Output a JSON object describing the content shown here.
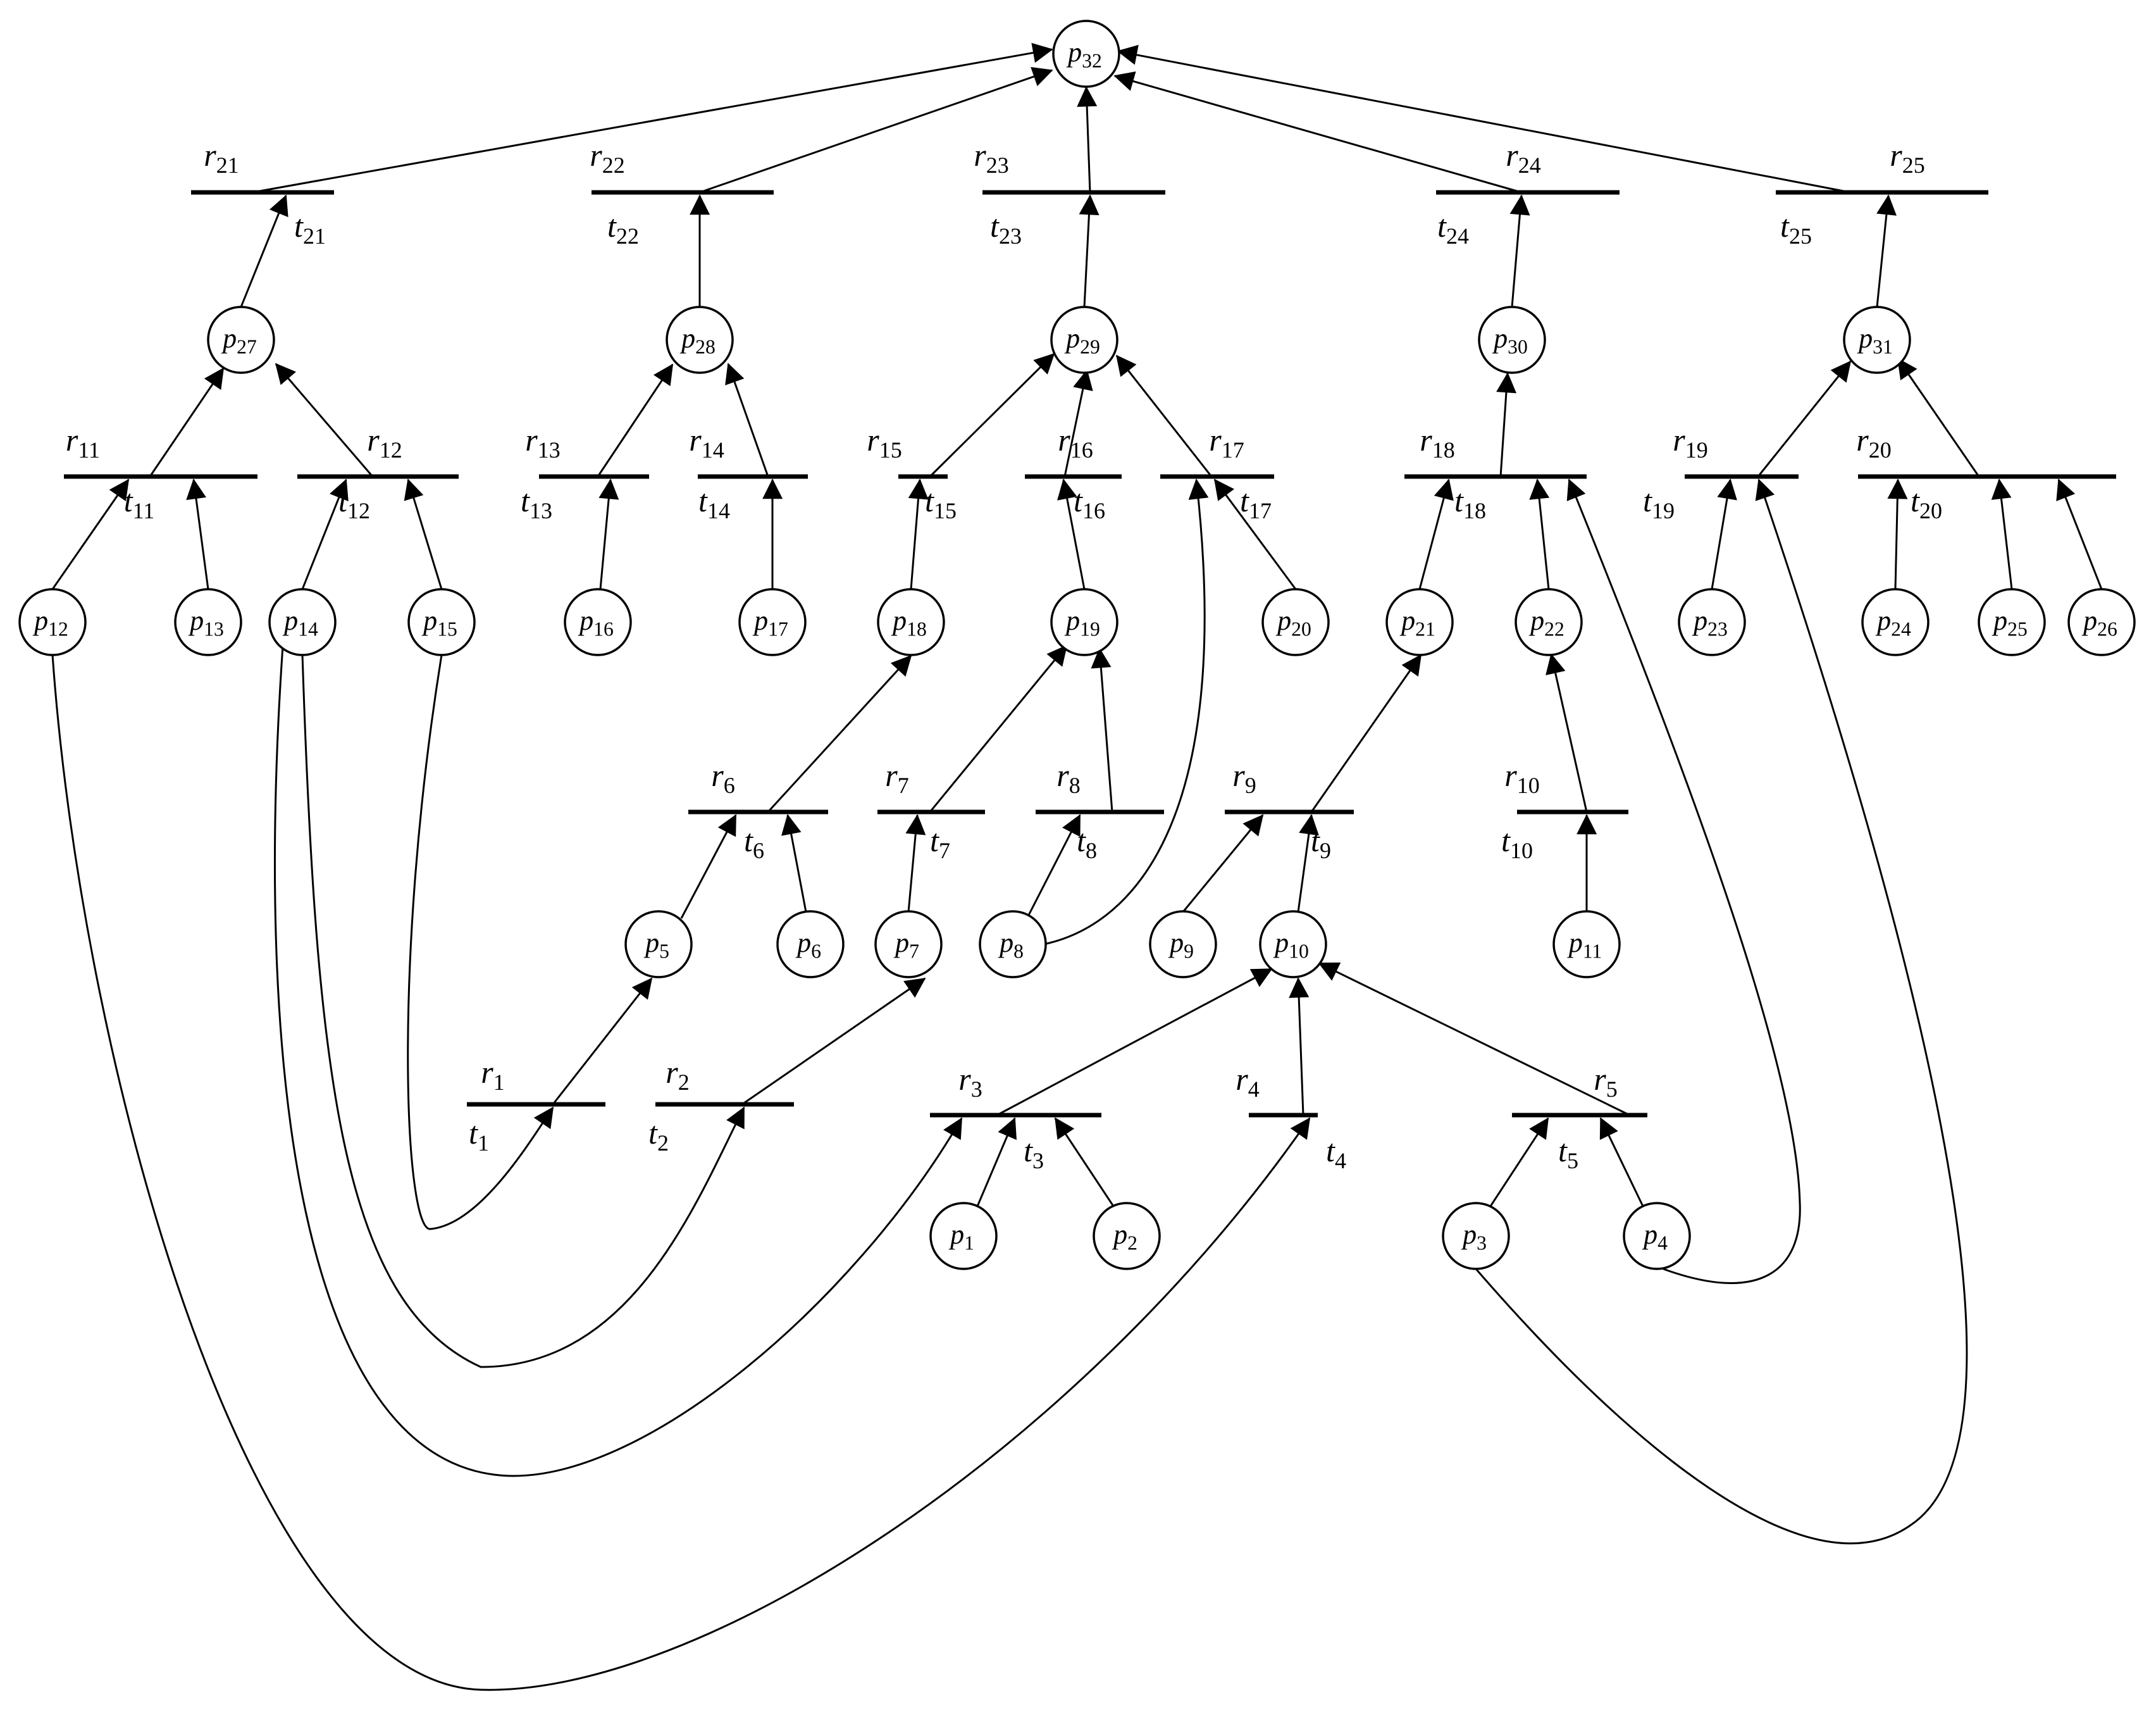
{
  "diagram": {
    "places": [
      {
        "id": "p1",
        "letter": "p",
        "sub": "1"
      },
      {
        "id": "p2",
        "letter": "p",
        "sub": "2"
      },
      {
        "id": "p3",
        "letter": "p",
        "sub": "3"
      },
      {
        "id": "p4",
        "letter": "p",
        "sub": "4"
      },
      {
        "id": "p5",
        "letter": "p",
        "sub": "5"
      },
      {
        "id": "p6",
        "letter": "p",
        "sub": "6"
      },
      {
        "id": "p7",
        "letter": "p",
        "sub": "7"
      },
      {
        "id": "p8",
        "letter": "p",
        "sub": "8"
      },
      {
        "id": "p9",
        "letter": "p",
        "sub": "9"
      },
      {
        "id": "p10",
        "letter": "p",
        "sub": "10"
      },
      {
        "id": "p11",
        "letter": "p",
        "sub": "11"
      },
      {
        "id": "p12",
        "letter": "p",
        "sub": "12"
      },
      {
        "id": "p13",
        "letter": "p",
        "sub": "13"
      },
      {
        "id": "p14",
        "letter": "p",
        "sub": "14"
      },
      {
        "id": "p15",
        "letter": "p",
        "sub": "15"
      },
      {
        "id": "p16",
        "letter": "p",
        "sub": "16"
      },
      {
        "id": "p17",
        "letter": "p",
        "sub": "17"
      },
      {
        "id": "p18",
        "letter": "p",
        "sub": "18"
      },
      {
        "id": "p19",
        "letter": "p",
        "sub": "19"
      },
      {
        "id": "p20",
        "letter": "p",
        "sub": "20"
      },
      {
        "id": "p21",
        "letter": "p",
        "sub": "21"
      },
      {
        "id": "p22",
        "letter": "p",
        "sub": "22"
      },
      {
        "id": "p23",
        "letter": "p",
        "sub": "23"
      },
      {
        "id": "p24",
        "letter": "p",
        "sub": "24"
      },
      {
        "id": "p25",
        "letter": "p",
        "sub": "25"
      },
      {
        "id": "p26",
        "letter": "p",
        "sub": "26"
      },
      {
        "id": "p27",
        "letter": "p",
        "sub": "27"
      },
      {
        "id": "p28",
        "letter": "p",
        "sub": "28"
      },
      {
        "id": "p29",
        "letter": "p",
        "sub": "29"
      },
      {
        "id": "p30",
        "letter": "p",
        "sub": "30"
      },
      {
        "id": "p31",
        "letter": "p",
        "sub": "31"
      },
      {
        "id": "p32",
        "letter": "p",
        "sub": "32"
      }
    ],
    "transitions": [
      {
        "id": "t1",
        "t": {
          "letter": "t",
          "sub": "1"
        },
        "r": {
          "letter": "r",
          "sub": "1"
        }
      },
      {
        "id": "t2",
        "t": {
          "letter": "t",
          "sub": "2"
        },
        "r": {
          "letter": "r",
          "sub": "2"
        }
      },
      {
        "id": "t3",
        "t": {
          "letter": "t",
          "sub": "3"
        },
        "r": {
          "letter": "r",
          "sub": "3"
        }
      },
      {
        "id": "t4",
        "t": {
          "letter": "t",
          "sub": "4"
        },
        "r": {
          "letter": "r",
          "sub": "4"
        }
      },
      {
        "id": "t5",
        "t": {
          "letter": "t",
          "sub": "5"
        },
        "r": {
          "letter": "r",
          "sub": "5"
        }
      },
      {
        "id": "t6",
        "t": {
          "letter": "t",
          "sub": "6"
        },
        "r": {
          "letter": "r",
          "sub": "6"
        }
      },
      {
        "id": "t7",
        "t": {
          "letter": "t",
          "sub": "7"
        },
        "r": {
          "letter": "r",
          "sub": "7"
        }
      },
      {
        "id": "t8",
        "t": {
          "letter": "t",
          "sub": "8"
        },
        "r": {
          "letter": "r",
          "sub": "8"
        }
      },
      {
        "id": "t9",
        "t": {
          "letter": "t",
          "sub": "9"
        },
        "r": {
          "letter": "r",
          "sub": "9"
        }
      },
      {
        "id": "t10",
        "t": {
          "letter": "t",
          "sub": "10"
        },
        "r": {
          "letter": "r",
          "sub": "10"
        }
      },
      {
        "id": "t11",
        "t": {
          "letter": "t",
          "sub": "11"
        },
        "r": {
          "letter": "r",
          "sub": "11"
        }
      },
      {
        "id": "t12",
        "t": {
          "letter": "t",
          "sub": "12"
        },
        "r": {
          "letter": "r",
          "sub": "12"
        }
      },
      {
        "id": "t13",
        "t": {
          "letter": "t",
          "sub": "13"
        },
        "r": {
          "letter": "r",
          "sub": "13"
        }
      },
      {
        "id": "t14",
        "t": {
          "letter": "t",
          "sub": "14"
        },
        "r": {
          "letter": "r",
          "sub": "14"
        }
      },
      {
        "id": "t15",
        "t": {
          "letter": "t",
          "sub": "15"
        },
        "r": {
          "letter": "r",
          "sub": "15"
        }
      },
      {
        "id": "t16",
        "t": {
          "letter": "t",
          "sub": "16"
        },
        "r": {
          "letter": "r",
          "sub": "16"
        }
      },
      {
        "id": "t17",
        "t": {
          "letter": "t",
          "sub": "17"
        },
        "r": {
          "letter": "r",
          "sub": "17"
        }
      },
      {
        "id": "t18",
        "t": {
          "letter": "t",
          "sub": "18"
        },
        "r": {
          "letter": "r",
          "sub": "18"
        }
      },
      {
        "id": "t19",
        "t": {
          "letter": "t",
          "sub": "19"
        },
        "r": {
          "letter": "r",
          "sub": "19"
        }
      },
      {
        "id": "t20",
        "t": {
          "letter": "t",
          "sub": "20"
        },
        "r": {
          "letter": "r",
          "sub": "20"
        }
      },
      {
        "id": "t21",
        "t": {
          "letter": "t",
          "sub": "21"
        },
        "r": {
          "letter": "r",
          "sub": "21"
        }
      },
      {
        "id": "t22",
        "t": {
          "letter": "t",
          "sub": "22"
        },
        "r": {
          "letter": "r",
          "sub": "22"
        }
      },
      {
        "id": "t23",
        "t": {
          "letter": "t",
          "sub": "23"
        },
        "r": {
          "letter": "r",
          "sub": "23"
        }
      },
      {
        "id": "t24",
        "t": {
          "letter": "t",
          "sub": "24"
        },
        "r": {
          "letter": "r",
          "sub": "24"
        }
      },
      {
        "id": "t25",
        "t": {
          "letter": "t",
          "sub": "25"
        },
        "r": {
          "letter": "r",
          "sub": "25"
        }
      }
    ],
    "arcs": [
      {
        "from": "p1",
        "to": "t3"
      },
      {
        "from": "p2",
        "to": "t3"
      },
      {
        "from": "p3",
        "to": "t5"
      },
      {
        "from": "p4",
        "to": "t5"
      },
      {
        "from": "t3",
        "to": "p10"
      },
      {
        "from": "t4",
        "to": "p10"
      },
      {
        "from": "t5",
        "to": "p10"
      },
      {
        "from": "t1",
        "to": "p5"
      },
      {
        "from": "t2",
        "to": "p7"
      },
      {
        "from": "p5",
        "to": "t6"
      },
      {
        "from": "p6",
        "to": "t6"
      },
      {
        "from": "p7",
        "to": "t7"
      },
      {
        "from": "p8",
        "to": "t8"
      },
      {
        "from": "p9",
        "to": "t9"
      },
      {
        "from": "p10",
        "to": "t9"
      },
      {
        "from": "p11",
        "to": "t10"
      },
      {
        "from": "t6",
        "to": "p18"
      },
      {
        "from": "t7",
        "to": "p19"
      },
      {
        "from": "t8",
        "to": "p19"
      },
      {
        "from": "t9",
        "to": "p21"
      },
      {
        "from": "t10",
        "to": "p22"
      },
      {
        "from": "p12",
        "to": "t11"
      },
      {
        "from": "p13",
        "to": "t11"
      },
      {
        "from": "p14",
        "to": "t12"
      },
      {
        "from": "p15",
        "to": "t12"
      },
      {
        "from": "p16",
        "to": "t13"
      },
      {
        "from": "p17",
        "to": "t14"
      },
      {
        "from": "p18",
        "to": "t15"
      },
      {
        "from": "p19",
        "to": "t16"
      },
      {
        "from": "p20",
        "to": "t17"
      },
      {
        "from": "p21",
        "to": "t18"
      },
      {
        "from": "p22",
        "to": "t18"
      },
      {
        "from": "p23",
        "to": "t19"
      },
      {
        "from": "p24",
        "to": "t20"
      },
      {
        "from": "p25",
        "to": "t20"
      },
      {
        "from": "p26",
        "to": "t20"
      },
      {
        "from": "t11",
        "to": "p27"
      },
      {
        "from": "t12",
        "to": "p27"
      },
      {
        "from": "t13",
        "to": "p28"
      },
      {
        "from": "t14",
        "to": "p28"
      },
      {
        "from": "t15",
        "to": "p29"
      },
      {
        "from": "t16",
        "to": "p29"
      },
      {
        "from": "t17",
        "to": "p29"
      },
      {
        "from": "t18",
        "to": "p30"
      },
      {
        "from": "t19",
        "to": "p31"
      },
      {
        "from": "t20",
        "to": "p31"
      },
      {
        "from": "p27",
        "to": "t21"
      },
      {
        "from": "p28",
        "to": "t22"
      },
      {
        "from": "p29",
        "to": "t23"
      },
      {
        "from": "p30",
        "to": "t24"
      },
      {
        "from": "p31",
        "to": "t25"
      },
      {
        "from": "t21",
        "to": "p32"
      },
      {
        "from": "t22",
        "to": "p32"
      },
      {
        "from": "t23",
        "to": "p32"
      },
      {
        "from": "t24",
        "to": "p32"
      },
      {
        "from": "t25",
        "to": "p32"
      },
      {
        "from": "p15",
        "to": "t1"
      },
      {
        "from": "p14",
        "to": "t2"
      },
      {
        "from": "p14",
        "to": "t3"
      },
      {
        "from": "p12",
        "to": "t4"
      },
      {
        "from": "p8",
        "to": "t17"
      },
      {
        "from": "p4",
        "to": "t18"
      },
      {
        "from": "p3",
        "to": "t19"
      }
    ]
  }
}
